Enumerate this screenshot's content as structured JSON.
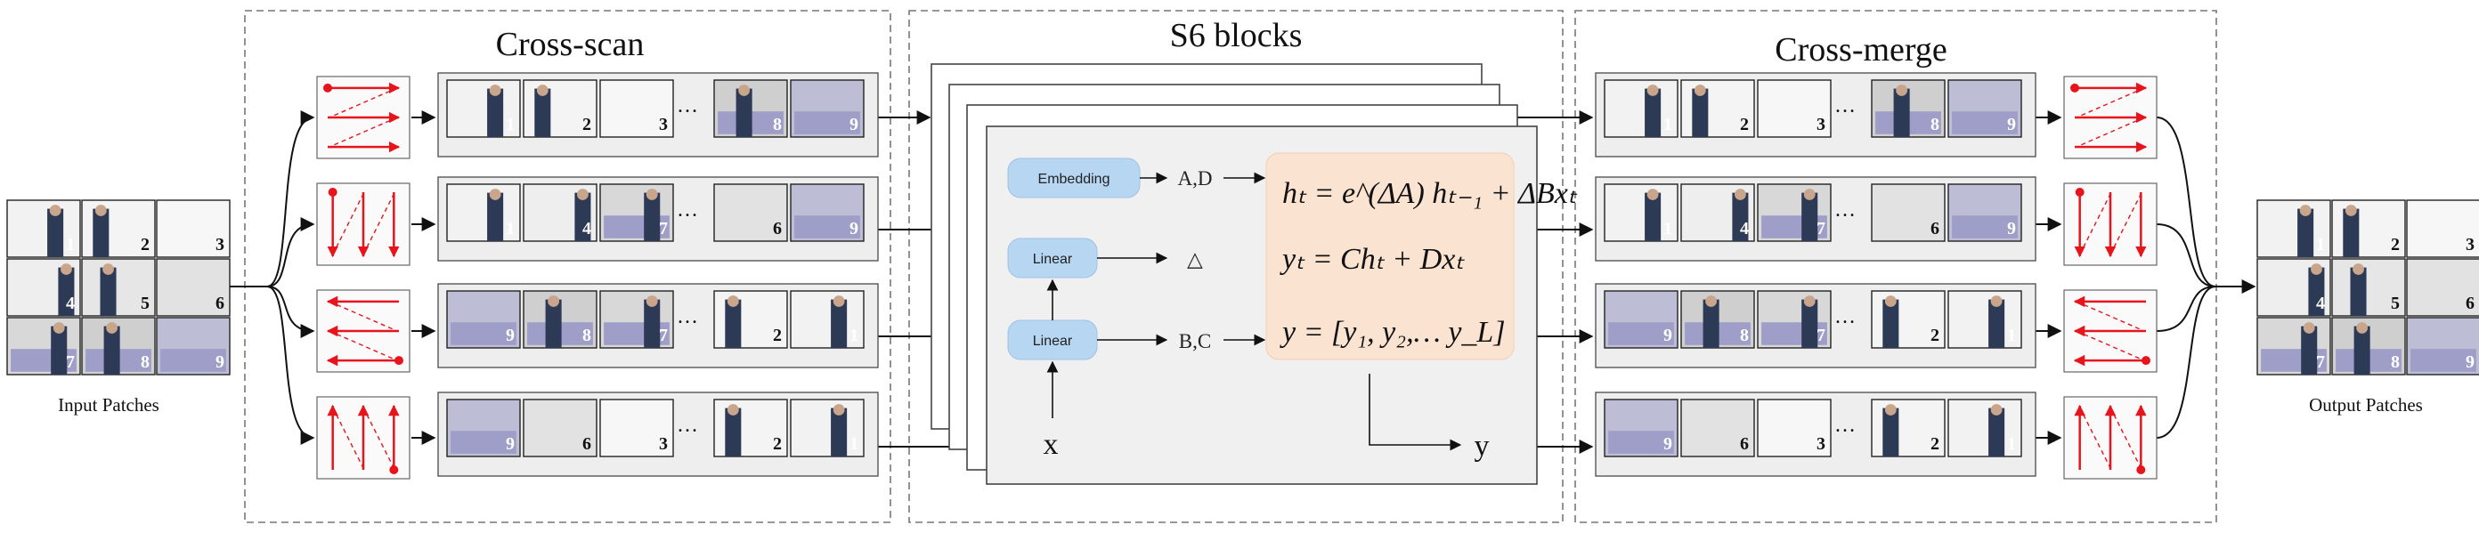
{
  "sections": {
    "cross_scan": "Cross-scan",
    "s6_blocks": "S6 blocks",
    "cross_merge": "Cross-merge"
  },
  "captions": {
    "input": "Input Patches",
    "output": "Output Patches"
  },
  "grid_numbers": [
    "1",
    "2",
    "3",
    "4",
    "5",
    "6",
    "7",
    "8",
    "9"
  ],
  "scan_sequences": [
    [
      "1",
      "2",
      "3",
      "…",
      "8",
      "9"
    ],
    [
      "1",
      "4",
      "7",
      "…",
      "6",
      "9"
    ],
    [
      "9",
      "8",
      "7",
      "…",
      "2",
      "1"
    ],
    [
      "9",
      "6",
      "3",
      "…",
      "2",
      "1"
    ]
  ],
  "s6": {
    "embedding": "Embedding",
    "linear_top": "Linear",
    "linear_bottom": "Linear",
    "out_ad": "A,D",
    "out_delta": "△",
    "out_bc": "B,C",
    "input_x": "x",
    "output_y": "y",
    "eq1": "hₜ = e^(ΔA) hₜ₋₁ + ΔBxₜ",
    "eq2": "yₜ = Chₜ + Dxₜ",
    "eq3": "y = [y₁, y₂,… y_L]"
  },
  "colors": {
    "arrow_red": "#e8141c",
    "blue_box": "#b7d6f1",
    "peach_panel": "#fbe3d2",
    "row_bg": "#eeeeee"
  }
}
